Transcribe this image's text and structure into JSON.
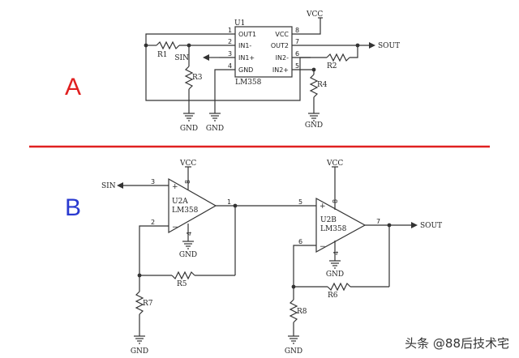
{
  "colors": {
    "wire": "#333333",
    "divider": "#e02020",
    "section_letter_a": "#e02020",
    "section_letter_b": "#2a3ad0"
  },
  "section_a": {
    "letter": "A",
    "chip": {
      "ref": "U1",
      "part": "LM358",
      "pins_left": [
        {
          "num": "1",
          "name": "OUT1"
        },
        {
          "num": "2",
          "name": "IN1-"
        },
        {
          "num": "3",
          "name": "IN1+"
        },
        {
          "num": "4",
          "name": "GND"
        }
      ],
      "pins_right": [
        {
          "num": "8",
          "name": "VCC"
        },
        {
          "num": "7",
          "name": "OUT2"
        },
        {
          "num": "6",
          "name": "IN2-"
        },
        {
          "num": "5",
          "name": "IN2+"
        }
      ]
    },
    "vcc": "VCC",
    "sout": "SOUT",
    "sin": "SIN",
    "r1": "R1",
    "r2": "R2",
    "r3": "R3",
    "r4": "R4",
    "gnd_r3": "GND",
    "gnd_chip": "GND",
    "gnd_r4": "GND"
  },
  "section_b": {
    "letter": "B",
    "u2a": {
      "ref": "U2A",
      "part": "LM358",
      "plus": "+",
      "minus": "−",
      "pin_plus": "3",
      "pin_minus": "2",
      "pin_out": "1",
      "pin_vcc": "8",
      "pin_gnd": "4"
    },
    "u2b": {
      "ref": "U2B",
      "part": "LM358",
      "plus": "+",
      "minus": "−",
      "pin_plus": "5",
      "pin_minus": "6",
      "pin_out": "7",
      "pin_vcc": "8",
      "pin_gnd": "4"
    },
    "vcc_a": "VCC",
    "vcc_b": "VCC",
    "sin": "SIN",
    "sout": "SOUT",
    "r5": "R5",
    "r6": "R6",
    "r7": "R7",
    "r8": "R8",
    "gnd_a": "GND",
    "gnd_r7": "GND",
    "gnd_b": "GND",
    "gnd_r8": "GND"
  },
  "watermark": "头条 @88后技术宅"
}
